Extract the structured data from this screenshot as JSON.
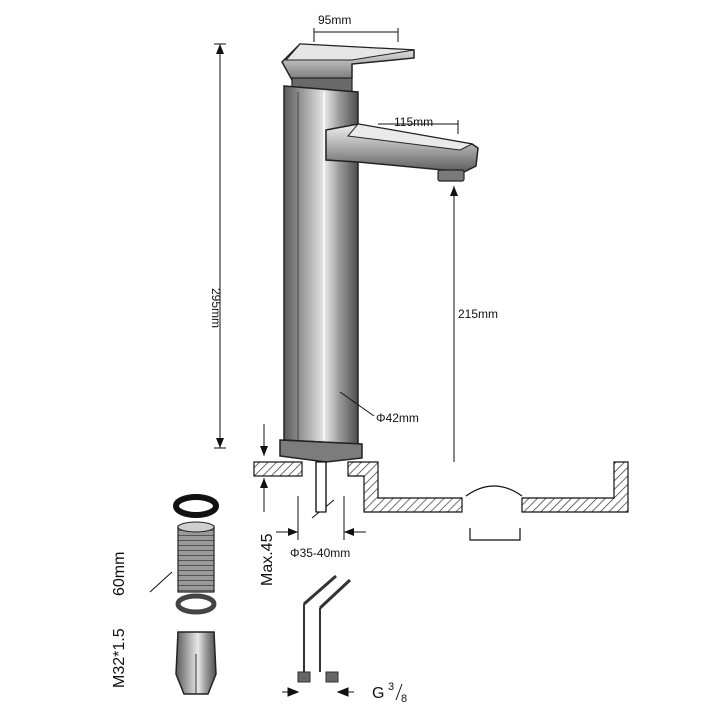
{
  "dimensions": {
    "handle_width": "95mm",
    "spout_length": "115mm",
    "total_height": "295mm",
    "spout_height": "215mm",
    "body_diameter": "Φ42mm",
    "hole_diameter": "Φ35-40mm",
    "max_thickness": "Max.45",
    "thread_spec": "M32*1.5",
    "thread_length": "60mm",
    "hose_thread_prefix": "G",
    "hose_thread_num": "3",
    "hose_thread_den": "8"
  },
  "colors": {
    "line": "#111111",
    "metal_light": "#d9d9d9",
    "metal_mid": "#8f8f8f",
    "metal_dark": "#4a4a4a",
    "hatch": "#333333"
  }
}
